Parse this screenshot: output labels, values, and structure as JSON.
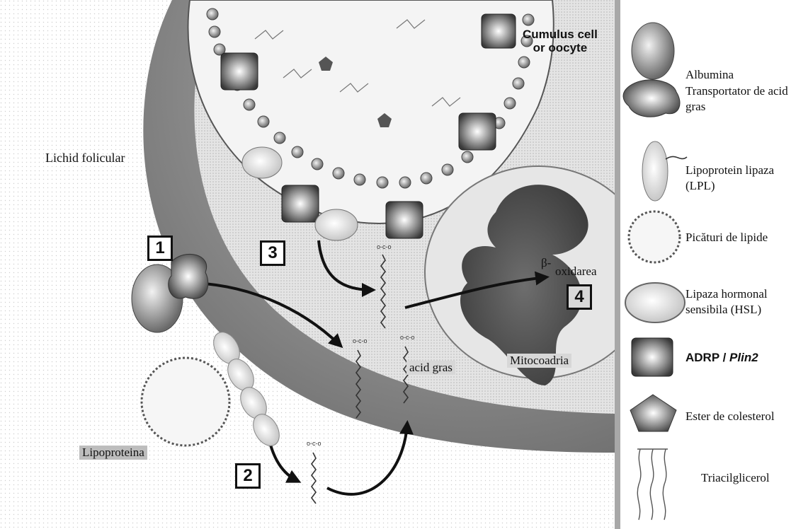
{
  "labels": {
    "cell": "Cumulus cell\nor oocyte",
    "follicular_fluid": "Lichid folicular",
    "lipoprotein": "Lipoproteina",
    "fatty_acid": "acid gras",
    "mitochondria": "Mitocoadria",
    "beta": "β-",
    "oxidation": "oxidarea"
  },
  "steps": [
    "1",
    "2",
    "3",
    "4"
  ],
  "legend": [
    {
      "icon": "albumin-icon",
      "text": "Albumina"
    },
    {
      "icon": "fatty-acid-transporter-icon",
      "text": "Transportator de acid gras"
    },
    {
      "icon": "lipoprotein-lipase-icon",
      "text": "Lipoprotein lipaza (LPL)"
    },
    {
      "icon": "lipid-droplet-icon",
      "text": "Picături de lipide"
    },
    {
      "icon": "hormone-sensitive-lipase-icon",
      "text": "Lipaza hormonal sensibila (HSL)"
    },
    {
      "icon": "adrp-icon",
      "text": "ADRP / ",
      "italic": "Plin2"
    },
    {
      "icon": "cholesterol-ester-icon",
      "text": "Ester de colesterol"
    },
    {
      "icon": "triacylglycerol-icon",
      "text": "Triacilglicerol"
    }
  ],
  "colors": {
    "cell": "#8a8a8a",
    "cell_inner": "#d9d9d9",
    "mito": "#7a7a7a",
    "legend_divider": "#a8a8a8"
  }
}
